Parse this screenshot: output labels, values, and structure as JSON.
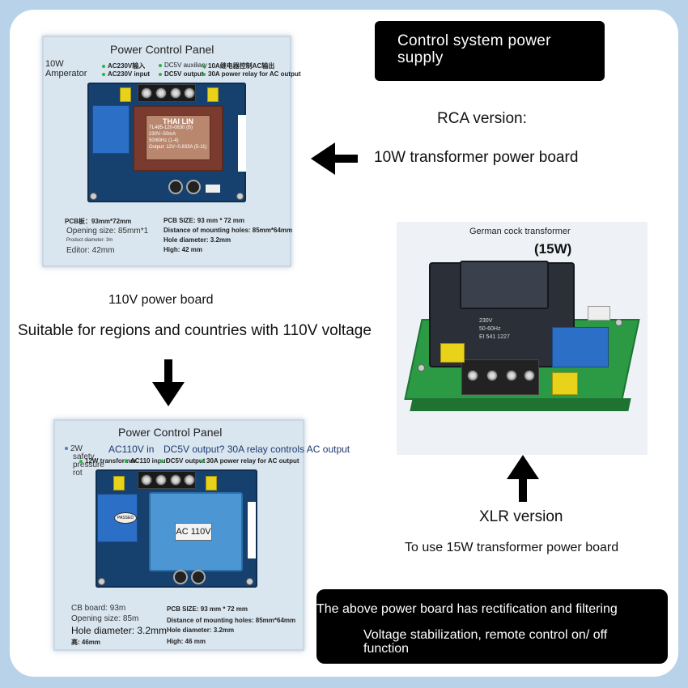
{
  "header": {
    "title_line1": "Control system power",
    "title_line2": "supply"
  },
  "rca": {
    "label": "RCA version:",
    "desc": "10W transformer power board"
  },
  "panel_top": {
    "title": "Power Control Panel",
    "amp_line1": "10W",
    "amp_line2": "Amperator",
    "feat1_cn": "AC230V输入",
    "feat1_en": "AC230V input",
    "feat2_cn": "DC5V auxiliary",
    "feat2_en": "DC5V output",
    "feat3_cn": "10A继电器控制AC输出",
    "feat3_en": "30A power relay for AC output",
    "brand": "THAI LIN",
    "model": "TL485-120-0830 (B)",
    "spec1": "230V~50mA",
    "spec2": "50/60Hz (1-4)",
    "spec3": "Output: 12V~0.833A (5-11)",
    "pcb_cn": "PCB板：93mm*72mm",
    "opening": "Opening size: 85mm*1",
    "product_dia": "Product diameter: 3m",
    "editor": "Editor: 42mm",
    "pcb_size": "PCB SIZE: 93 mm * 72 mm",
    "mount_holes": "Distance of mounting holes: 85mm*64mm",
    "hole_dia": "Hole diameter: 3.2mm",
    "high": "High: 42 mm"
  },
  "caption_110": "110V power board",
  "caption_regions": "Suitable for regions and countries with 110V voltage",
  "panel_bottom": {
    "title": "Power Control Panel",
    "feat1_line1": "2W",
    "feat1_line2": "safety",
    "feat1_line3": "pressure",
    "feat1_line4": "rot",
    "feat2_big": "AC110V in",
    "feat3_big": "DC5V output? 30A relay controls AC output",
    "sub1": "12W transformer",
    "sub2": "AC110 input",
    "sub3": "DC5V output",
    "sub4": "30A power relay for AC output",
    "xfmr_text": "AC 110V",
    "stamp": "PASSED",
    "cb_board": "CB board: 93m",
    "opening": "Opening size: 85m",
    "hole_dia_big": "Hole diameter: 3.2mm",
    "high_cn": "高: 46mm",
    "pcb_size": "PCB SIZE: 93 mm * 72 mm",
    "mount_holes": "Distance of mounting holes: 85mm*64mm",
    "hole_dia": "Hole diameter: 3.2mm",
    "high": "High: 46 mm"
  },
  "photo15": {
    "caption": "German cock transformer",
    "power": "(15W)",
    "spec1": "230V",
    "spec2": "50-60Hz",
    "spec3": "EI 541 1227"
  },
  "xlr": {
    "label": "XLR version",
    "desc": "To use 15W transformer power board"
  },
  "note": {
    "line1": "The above power board has rectification and filtering",
    "line2": "Voltage stabilization, remote control on/ off function"
  },
  "colors": {
    "page_bg": "#b8d2ea",
    "card_bg": "#ffffff",
    "label_bg": "#000000"
  }
}
